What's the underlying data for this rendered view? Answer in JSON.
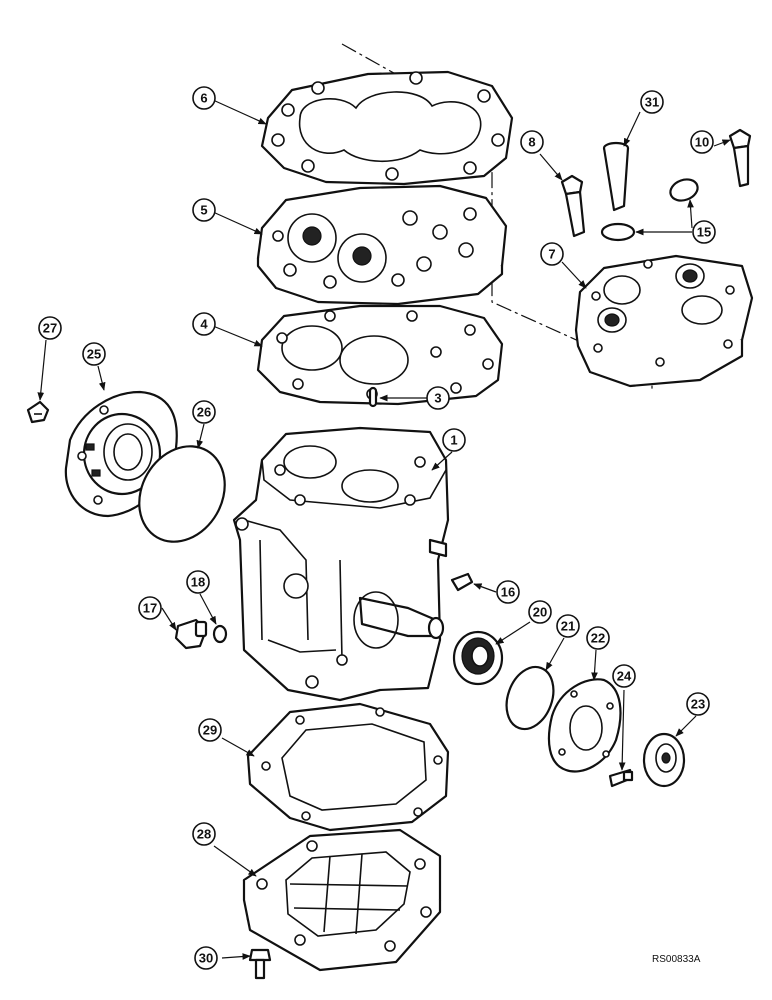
{
  "diagram": {
    "reference_code": "RS00833A",
    "callouts": [
      "6",
      "5",
      "4",
      "3",
      "1",
      "27",
      "25",
      "26",
      "18",
      "17",
      "16",
      "20",
      "21",
      "22",
      "24",
      "23",
      "29",
      "28",
      "30",
      "31",
      "8",
      "10",
      "15",
      "7"
    ]
  }
}
